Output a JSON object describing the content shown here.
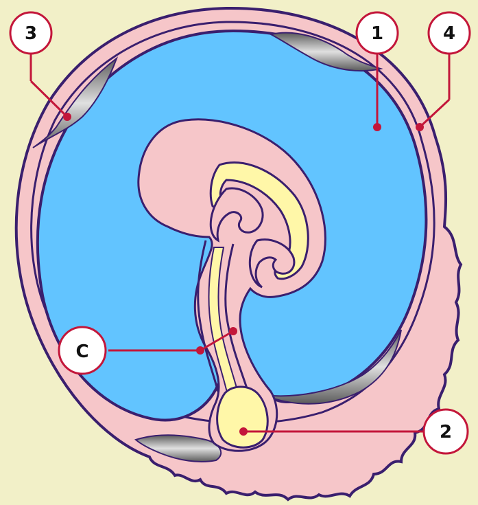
{
  "labels": {
    "l1": "1",
    "l2": "2",
    "l3": "3",
    "l4": "4",
    "lc": "C"
  },
  "colors": {
    "background": "#f2f0c8",
    "outer_membrane": "#f6c6c9",
    "cavity_fluid": "#62c4ff",
    "yolk": "#fff7a8",
    "outline": "#3a1f6e",
    "leader": "#c3163a",
    "label_circle_fill": "#ffffff"
  }
}
